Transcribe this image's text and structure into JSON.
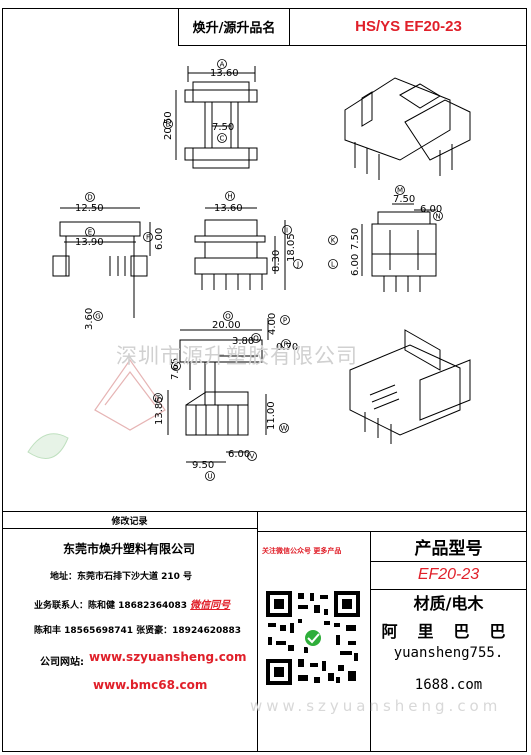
{
  "header": {
    "left_title": "焕升/源升品名",
    "right_title": "HS/YS EF20-23"
  },
  "dimensions": {
    "top_view": [
      "13.60",
      "20.50",
      "7.50"
    ],
    "front_view": [
      "12.50",
      "13.90",
      "6.00",
      "3.60"
    ],
    "side_view": [
      "13.60",
      "8.30",
      "18.05"
    ],
    "right_view": [
      "7.50",
      "6.00",
      "7.50",
      "6.00"
    ],
    "bottom_view": [
      "20.00",
      "4.00",
      "3.80",
      "0.70",
      "7.65",
      "13.85",
      "11.00",
      "9.50",
      "6.00"
    ]
  },
  "markers": [
    "A",
    "B",
    "C",
    "D",
    "E",
    "F",
    "G",
    "H",
    "I",
    "J",
    "K",
    "L",
    "M",
    "N",
    "O",
    "P",
    "Q",
    "R",
    "S",
    "T",
    "U",
    "V",
    "W"
  ],
  "watermark_center": "深圳市源升塑胶有限公司",
  "revision_label": "修改记录",
  "company": {
    "name": "东莞市焕升塑料有限公司",
    "address": "地址：东莞市石排下沙大道 210 号",
    "contact1_label": "业务联系人：陈和健 18682364083",
    "contact1_wechat": "微信同号",
    "contact2": "陈和丰 18565698741  张贤豪：18924620883",
    "website_label": "公司网站:",
    "website1": "www.szyuansheng.com",
    "website2": "www.bmc68.com"
  },
  "qr_caption": "关注微信公众号 更多产品",
  "product": {
    "model_label": "产品型号",
    "model_value": "EF20-23",
    "material": "材质/电木",
    "alibaba": "阿里巴巴",
    "shop_line1": "yuansheng755.",
    "shop_line2": "1688.com"
  },
  "footer_watermark": "www.szyuansheng.com",
  "colors": {
    "accent": "#e0202a",
    "line": "#000000"
  }
}
